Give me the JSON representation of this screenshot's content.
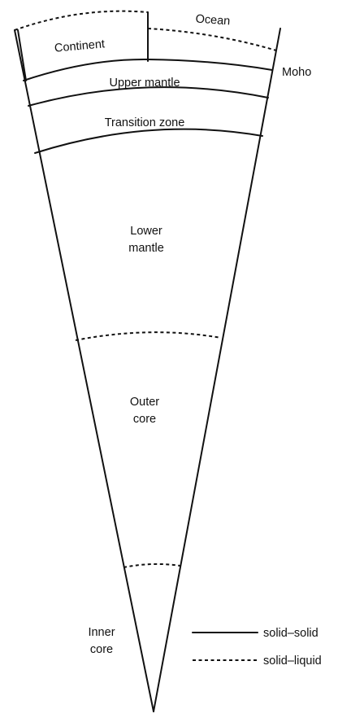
{
  "layers": {
    "continent": "Continent",
    "ocean": "Ocean",
    "moho": "Moho",
    "upper_mantle": "Upper mantle",
    "transition_zone": "Transition zone",
    "lower_mantle_line1": "Lower",
    "lower_mantle_line2": "mantle",
    "outer_core_line1": "Outer",
    "outer_core_line2": "core",
    "inner_core_line1": "Inner",
    "inner_core_line2": "core"
  },
  "legend": {
    "solid_label": "solid–solid",
    "dashed_label": "solid–liquid"
  },
  "colors": {
    "line": "#111111",
    "background": "#ffffff"
  }
}
